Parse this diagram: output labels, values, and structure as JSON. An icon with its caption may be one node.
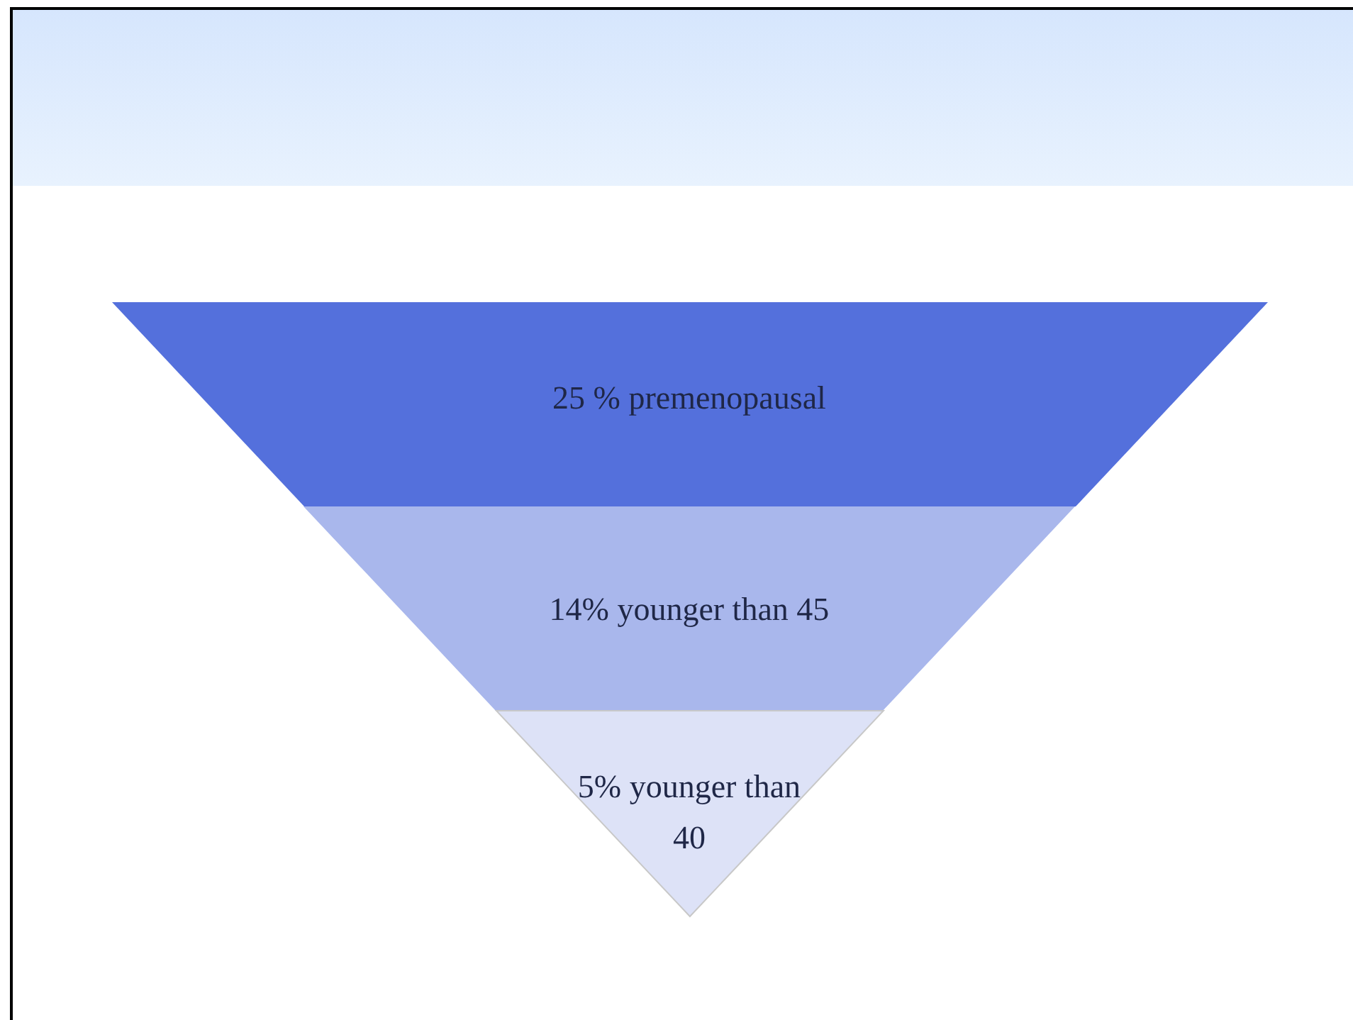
{
  "diagram": {
    "nodes": [
      {
        "text": [
          "25 % premenopausal"
        ]
      },
      {
        "text": [
          "14% younger than 45"
        ]
      },
      {
        "text": [
          "5% younger than 40"
        ]
      }
    ]
  }
}
